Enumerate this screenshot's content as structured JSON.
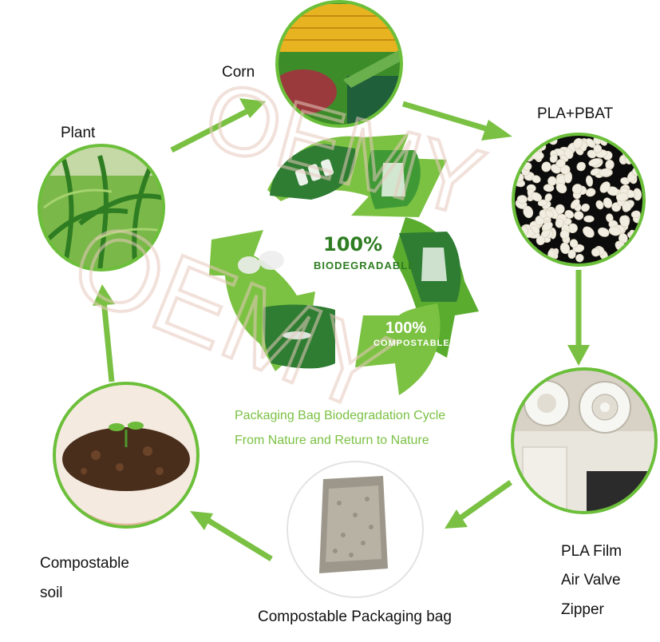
{
  "watermark": "OEMY",
  "colors": {
    "arrow": "#7ac143",
    "circle_border": "#6cbf3a",
    "dark_green": "#2e7d32",
    "mid_green": "#5aac2e",
    "light_green": "#7cc242",
    "caption": "#7ac143",
    "watermark": "#e7c9bd"
  },
  "labels": {
    "corn": "Corn",
    "plant": "Plant",
    "pla_pbat": "PLA+PBAT",
    "pla_film": "PLA Film",
    "air_valve": "Air Valve",
    "zipper": "Zipper",
    "compostable": "Compostable",
    "soil": "soil",
    "packaging_bag": "Compostable Packaging bag"
  },
  "center": {
    "biodegradable_pct": "100%",
    "biodegradable": "BIODEGRADABLE",
    "compostable_pct": "100%",
    "compostable": "COMPOSTABLE"
  },
  "caption": {
    "line1": "Packaging Bag Biodegradation Cycle",
    "line2": "From Nature and Return to Nature"
  },
  "icons": {
    "corn": "corn-icon",
    "plant": "plant-icon",
    "granules": "granules-icon",
    "valve": "air-valve-icon",
    "bag": "packaging-bag-icon",
    "soil": "soil-seedling-icon",
    "recycle": "recycle-symbol-icon"
  }
}
